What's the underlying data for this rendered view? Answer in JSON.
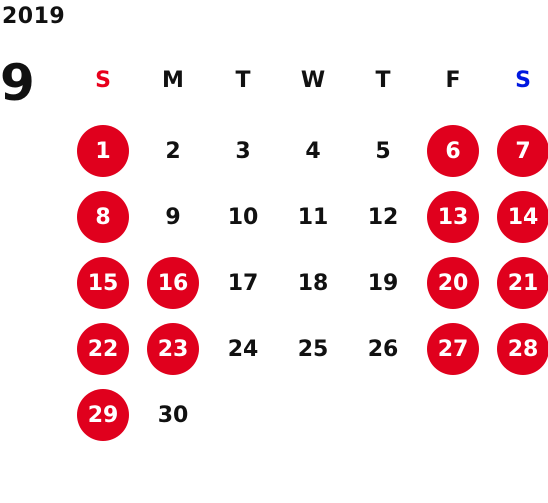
{
  "calendar": {
    "year": "2019",
    "month": "9",
    "weekdays": [
      "S",
      "M",
      "T",
      "W",
      "T",
      "F",
      "S"
    ],
    "colors": {
      "sunday_header": "#e8001c",
      "saturday_header": "#0018e0",
      "holiday_fill": "#e0001d",
      "holiday_text": "#ffffff",
      "normal_text": "#111111"
    },
    "weeks": [
      [
        {
          "d": "1",
          "h": true
        },
        {
          "d": "2",
          "h": false
        },
        {
          "d": "3",
          "h": false
        },
        {
          "d": "4",
          "h": false
        },
        {
          "d": "5",
          "h": false
        },
        {
          "d": "6",
          "h": true
        },
        {
          "d": "7",
          "h": true
        }
      ],
      [
        {
          "d": "8",
          "h": true
        },
        {
          "d": "9",
          "h": false
        },
        {
          "d": "10",
          "h": false
        },
        {
          "d": "11",
          "h": false
        },
        {
          "d": "12",
          "h": false
        },
        {
          "d": "13",
          "h": true
        },
        {
          "d": "14",
          "h": true
        }
      ],
      [
        {
          "d": "15",
          "h": true
        },
        {
          "d": "16",
          "h": true
        },
        {
          "d": "17",
          "h": false
        },
        {
          "d": "18",
          "h": false
        },
        {
          "d": "19",
          "h": false
        },
        {
          "d": "20",
          "h": true
        },
        {
          "d": "21",
          "h": true
        }
      ],
      [
        {
          "d": "22",
          "h": true
        },
        {
          "d": "23",
          "h": true
        },
        {
          "d": "24",
          "h": false
        },
        {
          "d": "25",
          "h": false
        },
        {
          "d": "26",
          "h": false
        },
        {
          "d": "27",
          "h": true
        },
        {
          "d": "28",
          "h": true
        }
      ],
      [
        {
          "d": "29",
          "h": true
        },
        {
          "d": "30",
          "h": false
        }
      ]
    ]
  }
}
